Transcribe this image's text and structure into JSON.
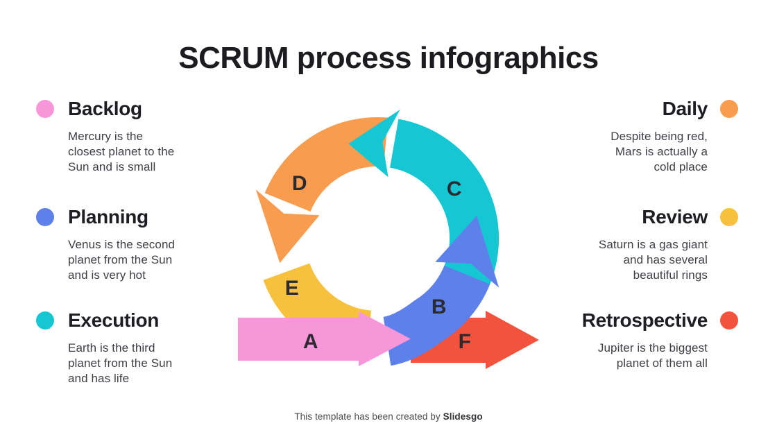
{
  "title": "SCRUM process infographics",
  "colors": {
    "pink": "#F797D9",
    "blue": "#5E80EA",
    "cyan": "#15C7D2",
    "orange": "#F89C4F",
    "yellow": "#F8C13D",
    "red": "#F3523C"
  },
  "left_items": [
    {
      "label": "Backlog",
      "desc": "Mercury is the\nclosest planet to the\nSun and is small"
    },
    {
      "label": "Planning",
      "desc": "Venus is the second\nplanet from the Sun\nand is very hot"
    },
    {
      "label": "Execution",
      "desc": "Earth is the third\nplanet from the Sun\nand has life"
    }
  ],
  "right_items": [
    {
      "label": "Daily",
      "desc": "Despite being red,\nMars is actually a\ncold place"
    },
    {
      "label": "Review",
      "desc": "Saturn is a gas giant\nand has several\nbeautiful rings"
    },
    {
      "label": "Retrospective",
      "desc": "Jupiter is the biggest\nplanet of them all"
    }
  ],
  "diagram": {
    "labels": {
      "a": "A",
      "b": "B",
      "c": "C",
      "d": "D",
      "e": "E",
      "f": "F"
    }
  },
  "footer": {
    "text": "This template has been created by ",
    "brand": "Slidesgo"
  }
}
